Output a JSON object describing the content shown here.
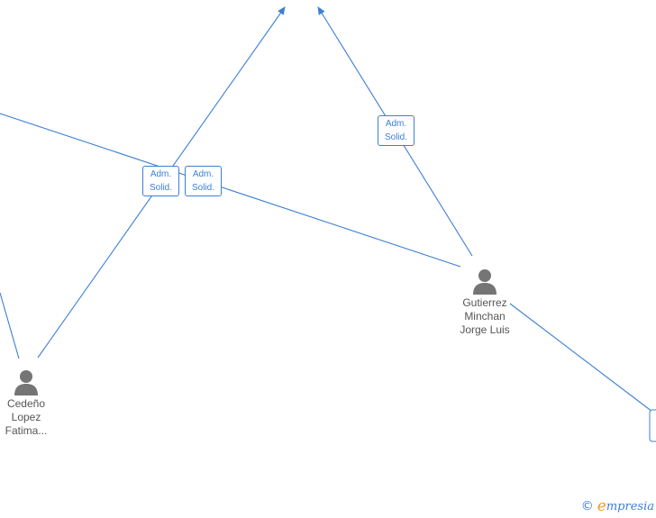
{
  "edges": [
    {
      "name": "edge-cedeno-to-top-left"
    },
    {
      "name": "edge-left-offscreen-to-gutierrez"
    },
    {
      "name": "edge-gutierrez-to-top-right"
    },
    {
      "name": "edge-gutierrez-to-right-offscreen"
    },
    {
      "name": "edge-left-offscreen-to-cedeno"
    }
  ],
  "roles": [
    {
      "line1": "Adm.",
      "line2": "Solid."
    },
    {
      "line1": "Adm.",
      "line2": "Solid."
    },
    {
      "line1": "Adm.",
      "line2": "Solid."
    }
  ],
  "people": [
    {
      "line1": "Gutierrez",
      "line2": "Minchan",
      "line3": "Jorge Luis"
    },
    {
      "line1": "Cedeño",
      "line2": "Lopez",
      "line3": "Fatima..."
    }
  ],
  "brand": {
    "copyright": "©",
    "initial": "e",
    "name": "mpresia"
  },
  "colors": {
    "edge": "#3d7fd3",
    "avatar": "#757575",
    "brand_accent": "#f29b1d"
  }
}
